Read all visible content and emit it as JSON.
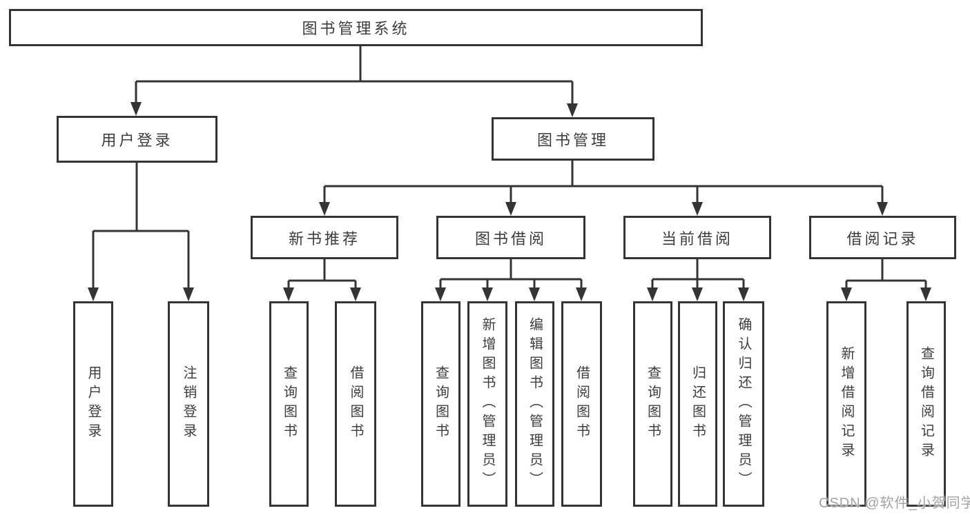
{
  "diagram": {
    "root": "图书管理系统",
    "children": [
      {
        "label": "用户登录",
        "children": [
          "用户登录",
          "注销登录"
        ]
      },
      {
        "label": "图书管理",
        "children": [
          {
            "label": "新书推荐",
            "children": [
              "查询图书",
              "借阅图书"
            ]
          },
          {
            "label": "图书借阅",
            "children": [
              "查询图书",
              "新增图书（管理员）",
              "编辑图书（管理员）",
              "借阅图书"
            ]
          },
          {
            "label": "当前借阅",
            "children": [
              "查询图书",
              "归还图书",
              "确认归还（管理员）"
            ]
          },
          {
            "label": "借阅记录",
            "children": [
              "新增借阅记录",
              "查询借阅记录"
            ]
          }
        ]
      }
    ]
  },
  "watermark": {
    "text": "CSDN @软件_小贺同学"
  },
  "colors": {
    "line": "#343434",
    "text": "#3d3d3d",
    "watermark": "#a3a3a3",
    "background": "#ffffff"
  }
}
